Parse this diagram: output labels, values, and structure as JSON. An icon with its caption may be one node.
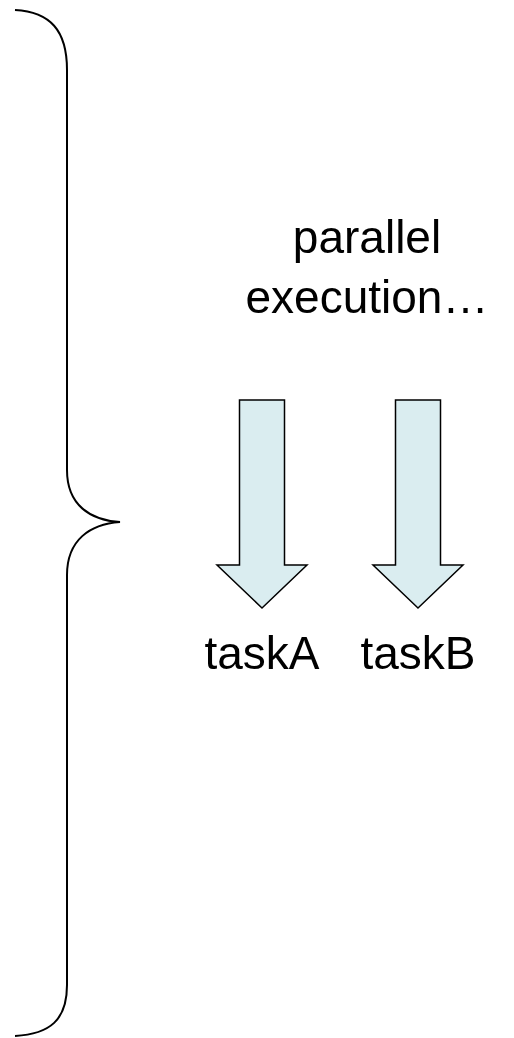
{
  "diagram": {
    "nodes": [
      {
        "text": [
          "parallel execution…"
        ]
      },
      {
        "text": [
          "taskA"
        ]
      },
      {
        "text": [
          "taskB"
        ]
      }
    ],
    "edges": [
      {
        "from": null,
        "to": 1,
        "arrow": "to"
      },
      {
        "from": null,
        "to": 2,
        "arrow": "to"
      }
    ]
  }
}
